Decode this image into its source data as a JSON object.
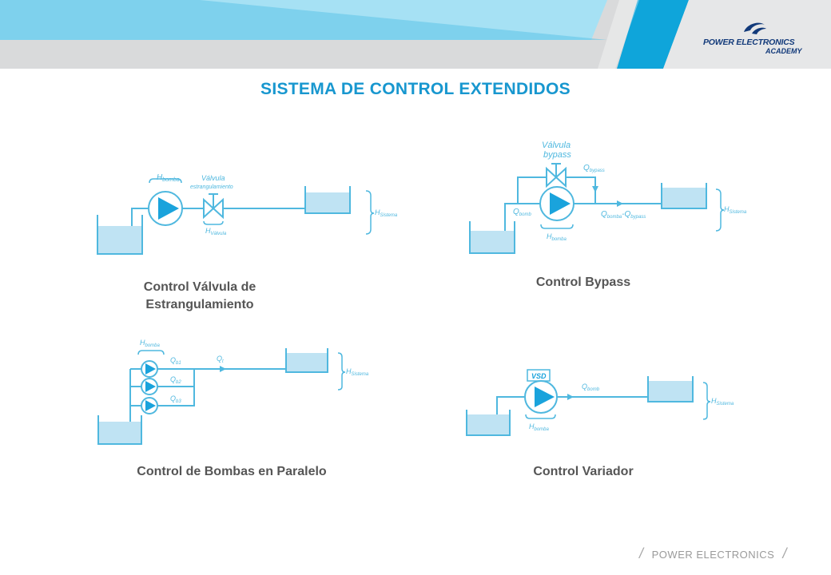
{
  "page": {
    "title": "SISTEMA DE CONTROL EXTENDIDOS"
  },
  "brand": {
    "logo_line1": "POWER ELECTRONICS",
    "logo_line2": "ACADEMY",
    "footer": "POWER ELECTRONICS",
    "footer_slash": "/"
  },
  "colors": {
    "accent": "#1897cf",
    "pipe": "#4fb8df",
    "water": "#bfe3f3",
    "pump": "#1aa3dc"
  },
  "diagrams": {
    "valve": {
      "caption_line1": "Control Válvula de",
      "caption_line2": "Estrangulamiento",
      "h_main": "H",
      "h_bomba_sub": "bomba",
      "valve_label_1": "Válvula",
      "valve_label_2": "estrangulamiento",
      "h_valvula_sub": "Válvula",
      "h_sistema_sub": "Sistema"
    },
    "bypass": {
      "caption": "Control Bypass",
      "valve_label_1": "Válvula",
      "valve_label_2": "bypass",
      "q_main": "Q",
      "q_bypass_sub": "bypass",
      "q_bomb_sub": "bomb",
      "q_flow_sub": "bomba",
      "dash": "-",
      "h_main": "H",
      "h_bomba_sub": "bomba",
      "h_sistema_sub": "Sistema"
    },
    "parallel": {
      "caption": "Control de Bombas en Paralelo",
      "h_main": "H",
      "h_bomba_sub": "bomba",
      "q_main": "Q",
      "qb1_sub": "b1",
      "qb2_sub": "b2",
      "qb3_sub": "b3",
      "qt_sub": "t",
      "h_sistema_sub": "Sistema"
    },
    "vsd": {
      "caption": "Control Variador",
      "vsd_label": "VSD",
      "q_main": "Q",
      "q_bomb_sub": "bomb",
      "h_main": "H",
      "h_bomba_sub": "bomba",
      "h_sistema_sub": "Sistema"
    }
  }
}
